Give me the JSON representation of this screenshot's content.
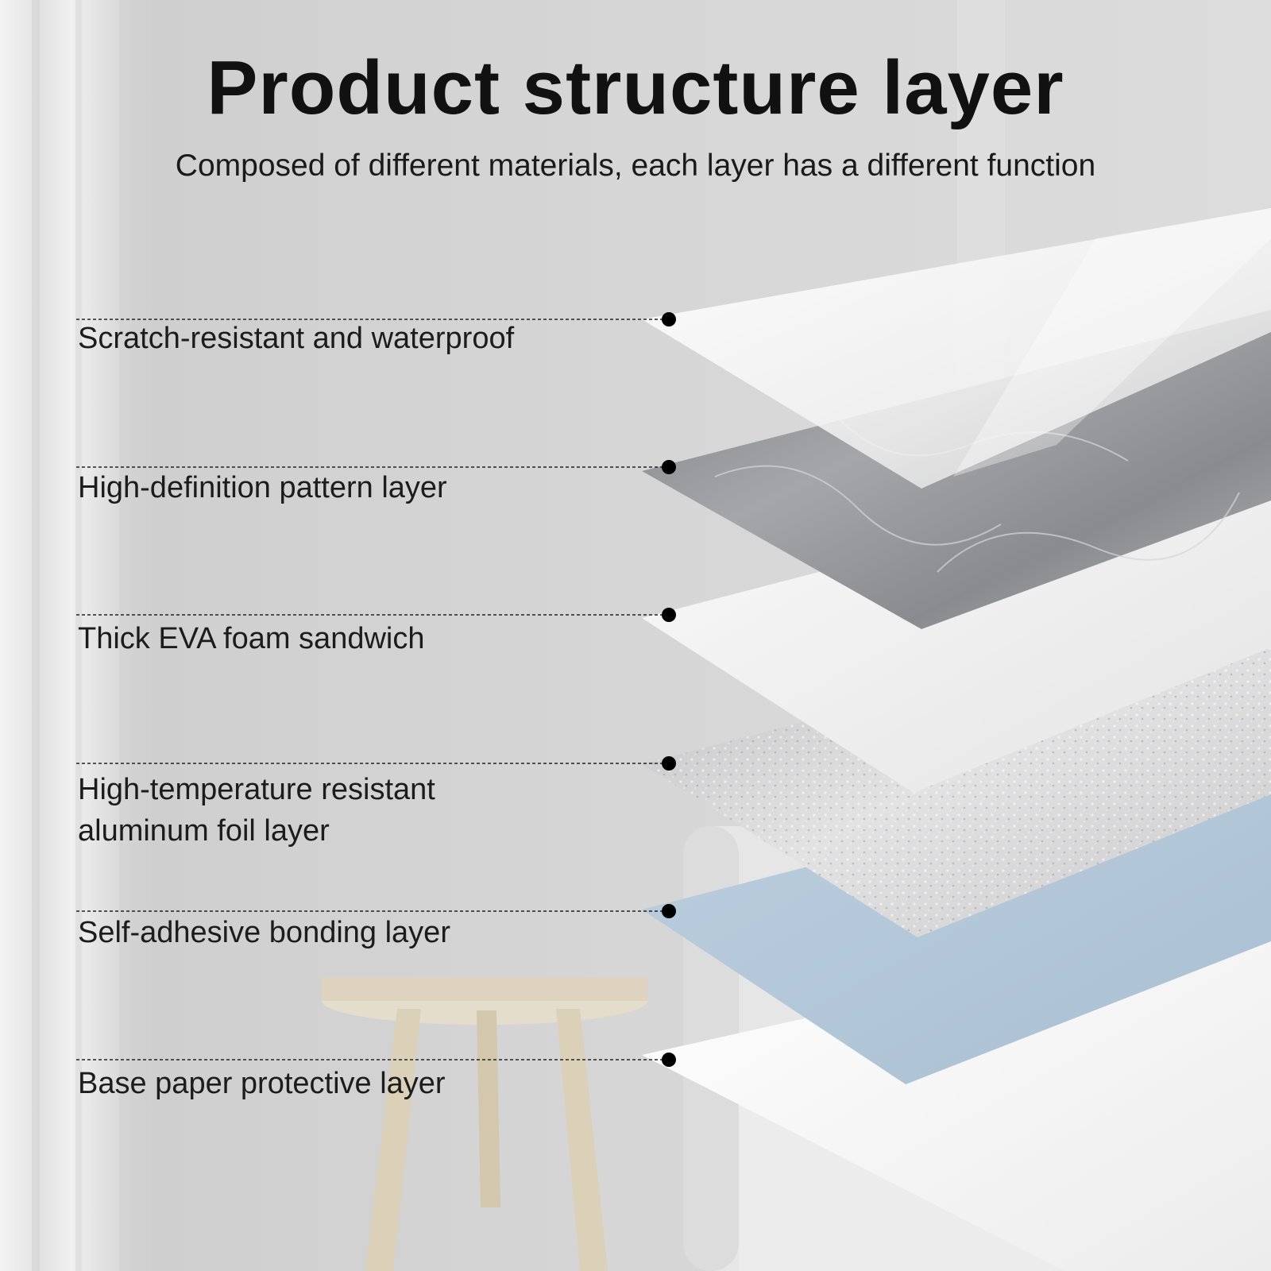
{
  "header": {
    "title": "Product structure layer",
    "subtitle": "Composed of different materials, each layer has a different function"
  },
  "layers": [
    {
      "label": "Scratch-resistant and waterproof",
      "material": "clear-film",
      "color": "#f4f5f6"
    },
    {
      "label": "High-definition pattern layer",
      "material": "gray-marble",
      "color": "#8e8f92"
    },
    {
      "label": "Thick EVA foam sandwich",
      "material": "white-foam",
      "color": "#eeeeee"
    },
    {
      "label": "High-temperature resistant aluminum foil layer",
      "material": "aluminum-foil",
      "color": "#c9c9cb"
    },
    {
      "label": "Self-adhesive bonding layer",
      "material": "blue-adhesive",
      "color": "#b2c7d8"
    },
    {
      "label": "Base paper protective layer",
      "material": "white-paper",
      "color": "#f7f7f7"
    }
  ],
  "colors": {
    "leader_line": "#222222",
    "dot": "#000000",
    "text": "#111111"
  },
  "background": {
    "icons": [
      "curtain-icon",
      "stool-icon",
      "sofa-icon"
    ]
  }
}
